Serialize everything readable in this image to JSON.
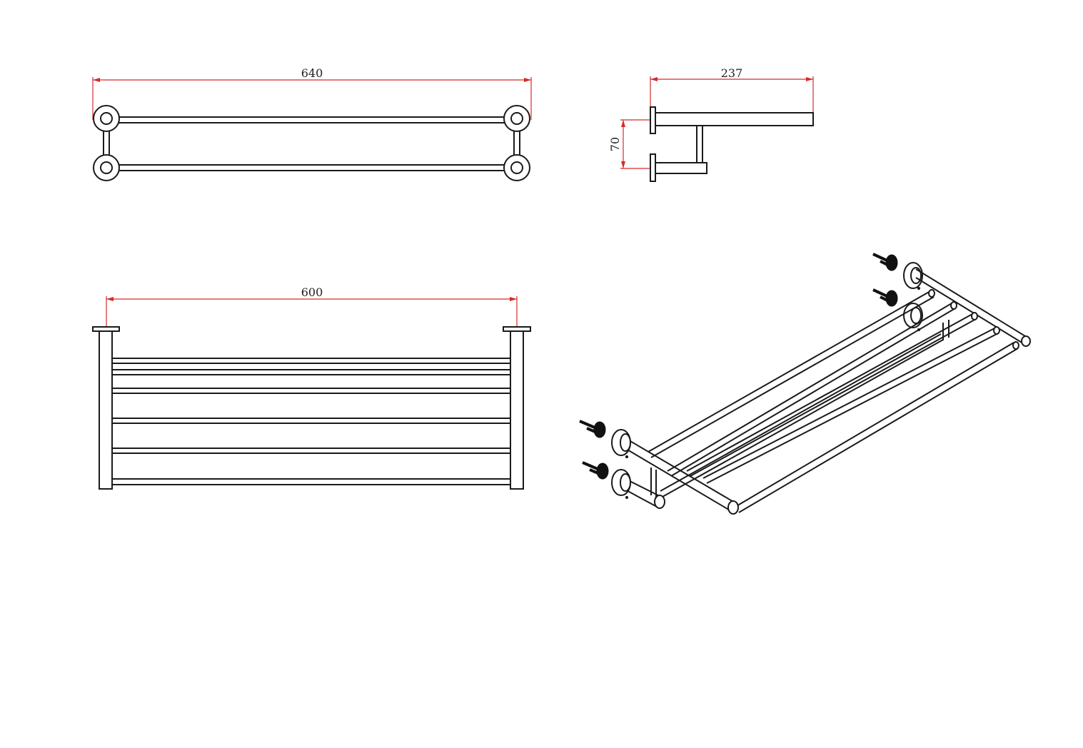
{
  "colors": {
    "outline": "#1a1a1a",
    "dimension": "#d42b2b",
    "background": "#ffffff"
  },
  "dimensions": {
    "top_width": "640",
    "side_depth": "237",
    "side_spacing": "70",
    "front_width": "600"
  }
}
